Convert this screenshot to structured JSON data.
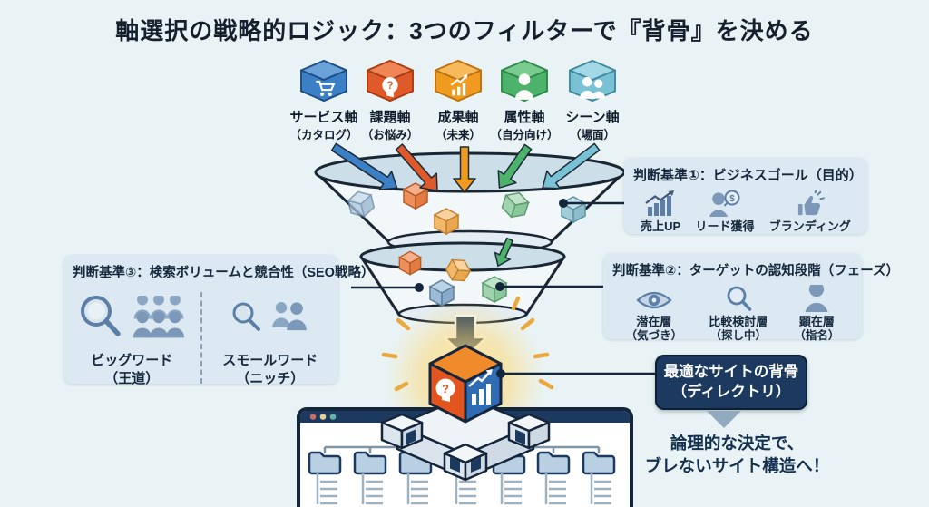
{
  "title": "軸選択の戦略的ロジック：3つのフィルターで『背骨』を決める",
  "axes": [
    {
      "label": "サービス軸",
      "sub": "（カタログ）",
      "icon": "cart-icon",
      "color": "#3b7fc4"
    },
    {
      "label": "課題軸",
      "sub": "（お悩み）",
      "icon": "question-head-icon",
      "color": "#e0592b"
    },
    {
      "label": "成果軸",
      "sub": "（未来）",
      "icon": "growth-chart-icon",
      "color": "#f09a1f"
    },
    {
      "label": "属性軸",
      "sub": "（自分向け）",
      "icon": "user-icon",
      "color": "#4db36a"
    },
    {
      "label": "シーン軸",
      "sub": "（場面）",
      "icon": "people-pair-icon",
      "color": "#79c2d6"
    }
  ],
  "criteria1": {
    "title": "判断基準①：ビジネスゴール（目的）",
    "items": [
      {
        "label": "売上UP",
        "icon": "bar-chart-up-icon"
      },
      {
        "label": "リード獲得",
        "icon": "person-dollar-bubble-icon"
      },
      {
        "label": "ブランディング",
        "icon": "thumbs-up-icon"
      }
    ]
  },
  "criteria2": {
    "title": "判断基準②：ターゲットの認知段階（フェーズ）",
    "items": [
      {
        "label": "潜在層",
        "sub": "（気づき）",
        "icon": "eye-icon"
      },
      {
        "label": "比較検討層",
        "sub": "（探し中）",
        "icon": "magnifier-icon"
      },
      {
        "label": "顕在層",
        "sub": "（指名）",
        "icon": "user-icon"
      }
    ]
  },
  "criteria3": {
    "title": "判断基準③：検索ボリュームと競合性（SEO戦略）",
    "items": [
      {
        "label": "ビッグワード",
        "sub": "（王道）",
        "icon": "magnifier-crowd-icon"
      },
      {
        "label": "スモールワード",
        "sub": "（ニッチ）",
        "icon": "magnifier-pair-icon"
      }
    ]
  },
  "result_box": {
    "line1": "最適なサイトの背骨",
    "line2": "（ディレクトリ）"
  },
  "outcome": {
    "line1": "論理的な決定で、",
    "line2": "ブレないサイト構造へ！"
  },
  "colors": {
    "background": "#e9f3f5",
    "navy": "#1c3a5f",
    "panel_blue": "#dce9f2",
    "icon_steel": "#5b7fa6",
    "axis_colors": [
      "#3b7fc4",
      "#e0592b",
      "#f09a1f",
      "#4db36a",
      "#79c2d6"
    ],
    "result_cube_orange": "#e2551f",
    "result_cube_blue": "#2f6cb3",
    "glow_yellow": "#ffd76e",
    "browser_dots": [
      "#c96b66",
      "#e3cf95",
      "#5fb89e"
    ]
  }
}
